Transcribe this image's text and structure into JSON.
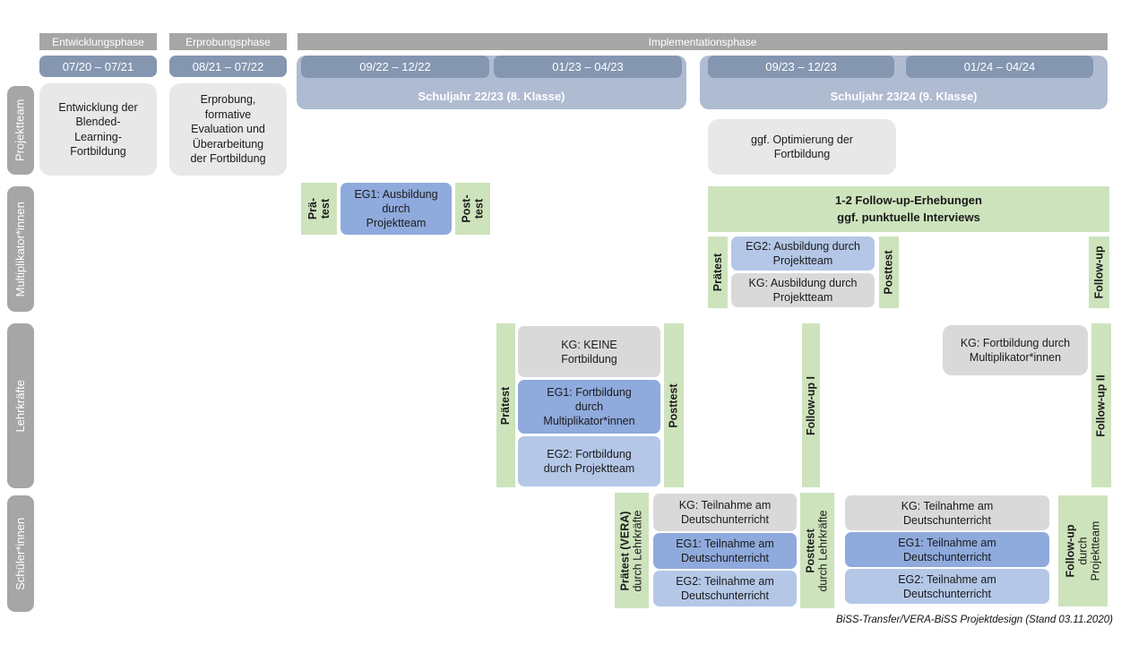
{
  "colors": {
    "phase_gray": "#A6A6A6",
    "date_blue": "#8496B0",
    "schuljahr_blue": "#AFBBD1",
    "green": "#CDE3BC",
    "eg1_blue": "#8FAADC",
    "eg2_blue": "#B4C7E7",
    "kg_gray": "#D9D9D9",
    "box_gray": "#E9E8E8"
  },
  "header": {
    "phase1": "Entwicklungsphase",
    "phase2": "Erprobungsphase",
    "phase3": "Implementationsphase",
    "date1": "07/20 – 07/21",
    "date2": "08/21 – 07/22",
    "date3": "09/22 – 12/22",
    "date4": "01/23 – 04/23",
    "date5": "09/23 – 12/23",
    "date6": "01/24 – 04/24",
    "schuljahr1": "Schuljahr 22/23 (8. Klasse)",
    "schuljahr2": "Schuljahr 23/24 (9. Klasse)"
  },
  "sidebar": {
    "projektteam": "Projektteam",
    "multiplikatoren": "Multiplikator*innen",
    "lehrkraefte": "Lehrkräfte",
    "schueler": "Schüler*innen"
  },
  "projektteam": {
    "entwicklung": "Entwicklung der\nBlended-\nLearning-\nFortbildung",
    "erprobung": "Erprobung,\nformative\nEvaluation und\nÜberarbeitung\nder Fortbildung",
    "optimierung": "ggf. Optimierung der\nFortbildung"
  },
  "multiplikatoren": {
    "praetest1_l1": "Prä-",
    "praetest1_l2": "test",
    "eg1": "EG1: Ausbildung\ndurch\nProjektteam",
    "posttest1_l1": "Post-",
    "posttest1_l2": "test",
    "followup_erhebungen": "1-2 Follow-up-Erhebungen\nggf. punktuelle Interviews",
    "praetest2": "Prätest",
    "eg2": "EG2:  Ausbildung durch\nProjektteam",
    "kg": "KG: Ausbildung durch\nProjektteam",
    "posttest2": "Posttest",
    "followup": "Follow-up"
  },
  "lehrkraefte": {
    "praetest": "Prätest",
    "kg": "KG:  KEINE\nFortbildung",
    "eg1": "EG1: Fortbildung\ndurch\nMultiplikator*innen",
    "eg2": "EG2: Fortbildung\ndurch Projektteam",
    "posttest": "Posttest",
    "followup1": "Follow-up I",
    "kg2": "KG: Fortbildung durch\nMultiplikator*innen",
    "followup2": "Follow-up II"
  },
  "schueler": {
    "praetest_l1": "Prätest (VERA)",
    "praetest_l2": "durch  Lehrkräfte",
    "kg1": "KG: Teilnahme am\nDeutschunterricht",
    "eg1a": "EG1: Teilnahme am\nDeutschunterricht",
    "eg2a": "EG2: Teilnahme am\nDeutschunterricht",
    "posttest_l1": "Posttest",
    "posttest_l2": "durch  Lehrkräfte",
    "kg2": "KG: Teilnahme am\nDeutschunterricht",
    "eg1b": "EG1: Teilnahme am\nDeutschunterricht",
    "eg2b": "EG2: Teilnahme am\nDeutschunterricht",
    "followup_l1": "Follow-up",
    "followup_l2": "durch",
    "followup_l3": "Projektteam"
  },
  "caption": "BiSS-Transfer/VERA-BiSS Projektdesign (Stand 03.11.2020)"
}
